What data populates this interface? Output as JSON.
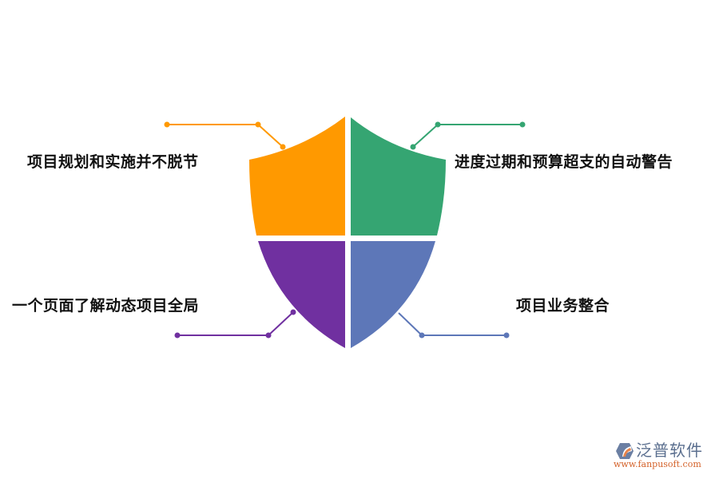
{
  "diagram": {
    "type": "shield-quadrant-infographic",
    "quadrants": [
      {
        "id": "top-left",
        "label": "项目规划和实施并不脱节",
        "color": "#FF9900"
      },
      {
        "id": "top-right",
        "label": "进度过期和预算超支的自动警告",
        "color": "#35A572"
      },
      {
        "id": "bottom-left",
        "label": "一个页面了解动态项目全局",
        "color": "#7030A0"
      },
      {
        "id": "bottom-right",
        "label": "项目业务整合",
        "color": "#5D77B8"
      }
    ]
  },
  "logo": {
    "brand": "泛普软件",
    "url": "www.fanpusoft.com",
    "icon": "fanpu-hexagon-logo-icon"
  }
}
